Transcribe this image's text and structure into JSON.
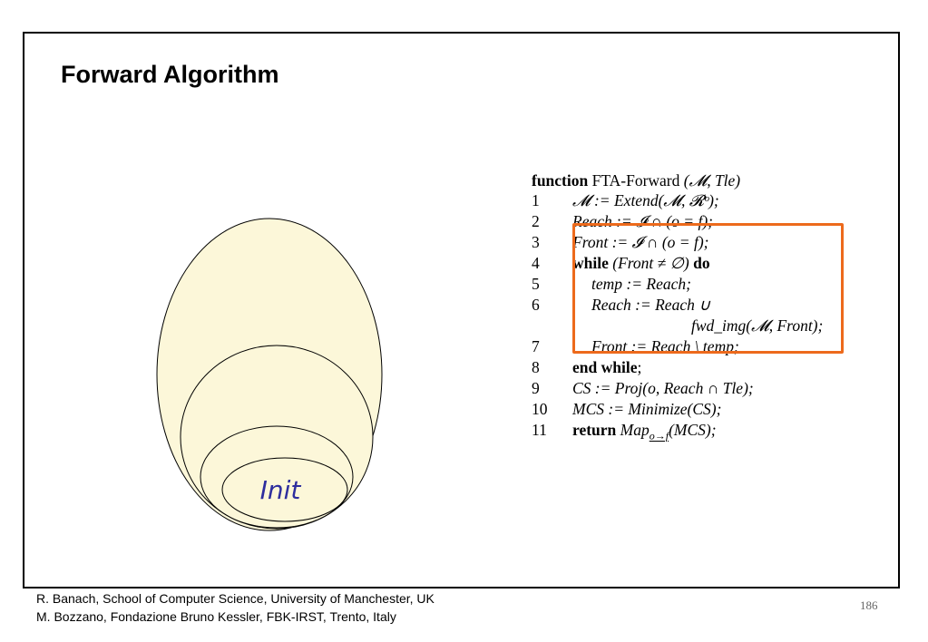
{
  "slide": {
    "title": "Forward Algorithm",
    "page_number": "186"
  },
  "diagram": {
    "fill_color": "#fcf7d9",
    "stroke_color": "#000000",
    "init_label": "Init",
    "init_label_color": "#2e2e9e"
  },
  "algorithm": {
    "header": {
      "keyword": "function",
      "name": "FTA-Forward",
      "params": "(𝓜, Tle)"
    },
    "lines": [
      {
        "num": "1",
        "text": "𝓜 := Extend(𝓜, 𝓡ᵒ);"
      },
      {
        "num": "2",
        "text": "Reach := 𝓘 ∩ (o = f);"
      },
      {
        "num": "3",
        "text": "Front := 𝓘 ∩ (o = f);"
      },
      {
        "num": "4",
        "keyword": "while",
        "text": "(Front ≠ ∅)",
        "keyword2": "do"
      },
      {
        "num": "5",
        "text": "temp := Reach;"
      },
      {
        "num": "6",
        "text": "Reach := Reach ∪"
      },
      {
        "num": "",
        "text": "fwd_img(𝓜, Front);"
      },
      {
        "num": "7",
        "text": "Front := Reach \\ temp;"
      },
      {
        "num": "8",
        "keyword": "end while",
        "text": ";"
      },
      {
        "num": "9",
        "text": "CS := Proj(o, Reach ∩ Tle);"
      },
      {
        "num": "10",
        "text": "MCS := Minimize(CS);"
      },
      {
        "num": "11",
        "keyword": "return",
        "text": "Map",
        "sub": "o→f",
        "text2": "(MCS);"
      }
    ],
    "box_color": "#ed6a1c"
  },
  "footer": {
    "line1": "R. Banach, School of  Computer Science, University of Manchester, UK",
    "line2": "M. Bozzano, Fondazione Bruno Kessler, FBK-IRST, Trento, Italy"
  }
}
